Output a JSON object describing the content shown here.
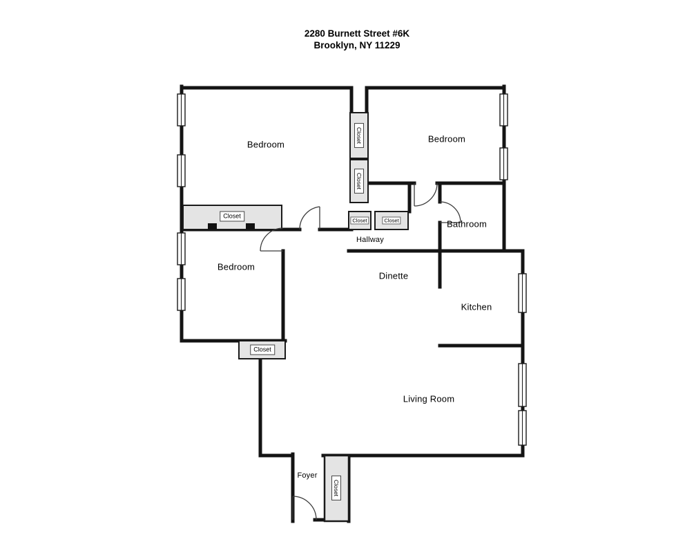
{
  "title": {
    "line1": "2280 Burnett Street #6K",
    "line2": "Brooklyn, NY 11229"
  },
  "rooms": {
    "bedroom_top_left": "Bedroom",
    "bedroom_top_right": "Bedroom",
    "bedroom_left": "Bedroom",
    "bathroom": "Bathroom",
    "hallway": "Hallway",
    "dinette": "Dinette",
    "kitchen": "Kitchen",
    "living_room": "Living Room",
    "foyer": "Foyer"
  },
  "closets": {
    "top_upper": "Closet",
    "top_lower": "Closet",
    "hall_left": "Closet",
    "hall_right": "Closet",
    "bedroom_strip": "Closet",
    "bedroom_under": "Closet",
    "foyer_closet": "Closet"
  },
  "colors": {
    "wall": "#141414",
    "closet_fill": "#e4e4e4",
    "window_fill": "#fafafa"
  }
}
